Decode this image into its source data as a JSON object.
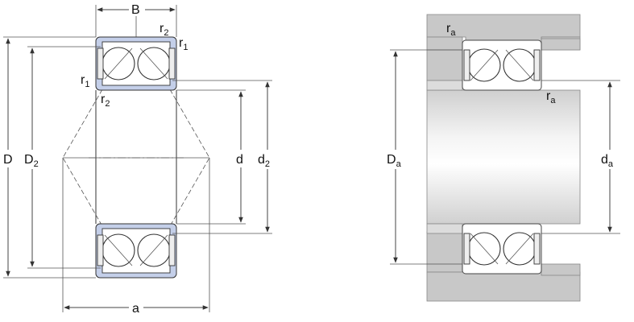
{
  "left_view": {
    "B": "B",
    "r2_top": "r",
    "r2_top_sub": "2",
    "r1_top": "r",
    "r1_top_sub": "1",
    "r1_left": "r",
    "r1_left_sub": "1",
    "r2_bottom": "r",
    "r2_bottom_sub": "2",
    "D": "D",
    "D2": "D",
    "D2_sub": "2",
    "d": "d",
    "d2": "d",
    "d2_sub": "2",
    "a": "a"
  },
  "right_view": {
    "ra_top": "r",
    "ra_top_sub": "a",
    "ra_right": "r",
    "ra_right_sub": "a",
    "Da": "D",
    "Da_sub": "a",
    "da": "d",
    "da_sub": "a"
  }
}
